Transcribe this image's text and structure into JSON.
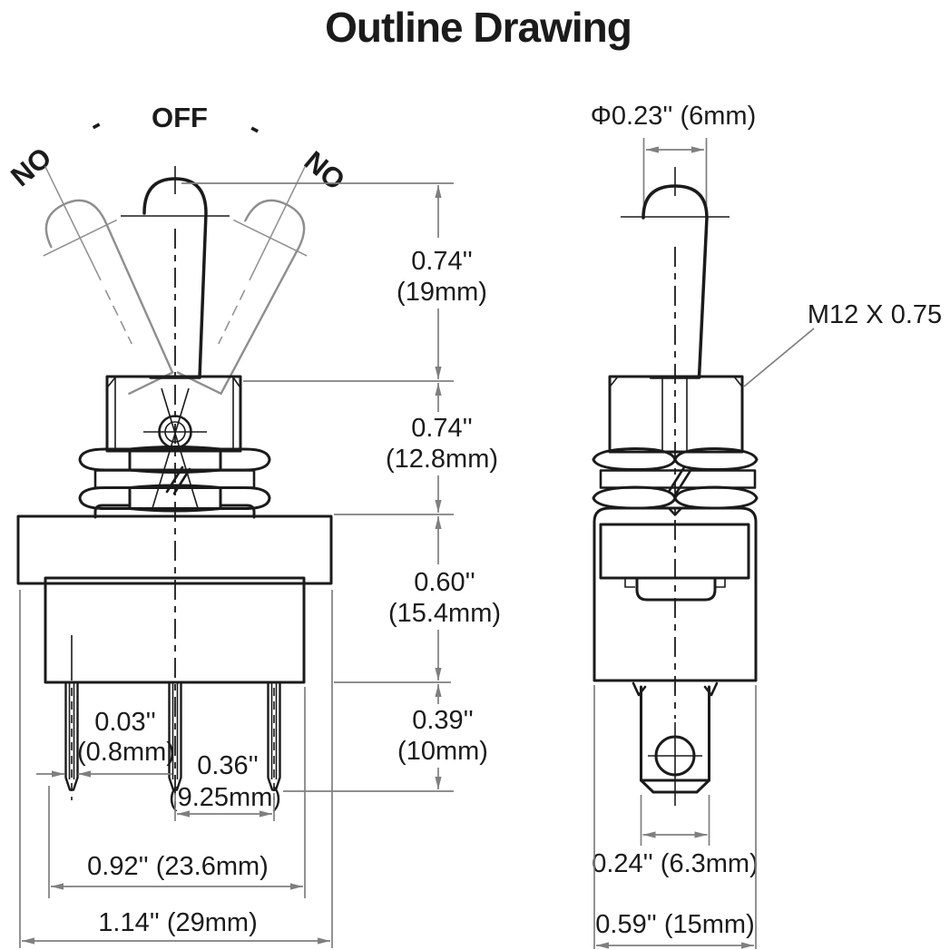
{
  "title": "Outline Drawing",
  "front_view": {
    "labels": {
      "no_left": "NO",
      "dash_left": "-",
      "off": "OFF",
      "dash_right": "-",
      "no_right": "NO"
    },
    "dims": {
      "lever_h_in": "0.74''",
      "lever_h_mm": "(19mm)",
      "bushing_h_in": "0.74''",
      "bushing_h_mm": "(12.8mm)",
      "body_h_in": "0.60''",
      "body_h_mm": "(15.4mm)",
      "terminal_h_in": "0.39''",
      "terminal_h_mm": "(10mm)",
      "pin_t_in": "0.03''",
      "pin_t_mm": "(0.8mm)",
      "pin_pitch_in": "0.36''",
      "pin_pitch_mm": "(9.25mm)",
      "inner_w": "0.92'' (23.6mm)",
      "overall_w": "1.14'' (29mm)"
    }
  },
  "side_view": {
    "dims": {
      "lever_dia": "Φ0.23'' (6mm)",
      "thread": "M12 X 0.75",
      "terminal_w": "0.24'' (6.3mm)",
      "body_d": "0.59'' (15mm)"
    }
  },
  "colors": {
    "line": "#1b1b1b",
    "dimension": "#7f7f7f",
    "ghost": "#8e8e8e",
    "background": "#ffffff"
  }
}
